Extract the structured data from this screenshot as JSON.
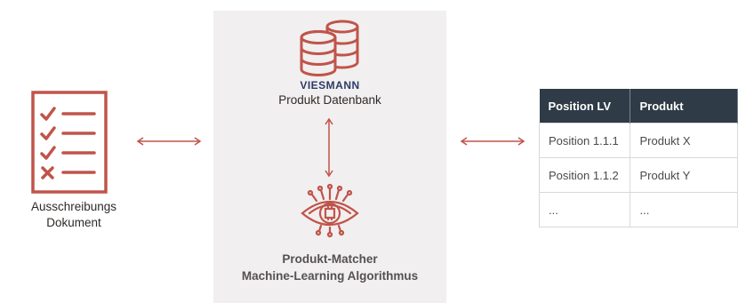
{
  "colors": {
    "accent": "#c0544a",
    "table_header": "#2f3b47",
    "panel": "#f1efef",
    "brand": "#2b3a67"
  },
  "icons": {
    "document": "checklist-document-icon",
    "database": "database-icon",
    "ml": "eye-circuit-icon"
  },
  "document": {
    "label_line1": "Ausschreibungs",
    "label_line2": "Dokument"
  },
  "database": {
    "brand": "VIESMANN",
    "label": "Produkt Datenbank"
  },
  "matcher": {
    "line1": "Produkt-Matcher",
    "line2": "Machine-Learning Algorithmus"
  },
  "table": {
    "headers": [
      "Position LV",
      "Produkt"
    ],
    "rows": [
      [
        "Position 1.1.1",
        "Produkt X"
      ],
      [
        "Position 1.1.2",
        "Produkt Y"
      ],
      [
        "...",
        "..."
      ]
    ]
  }
}
